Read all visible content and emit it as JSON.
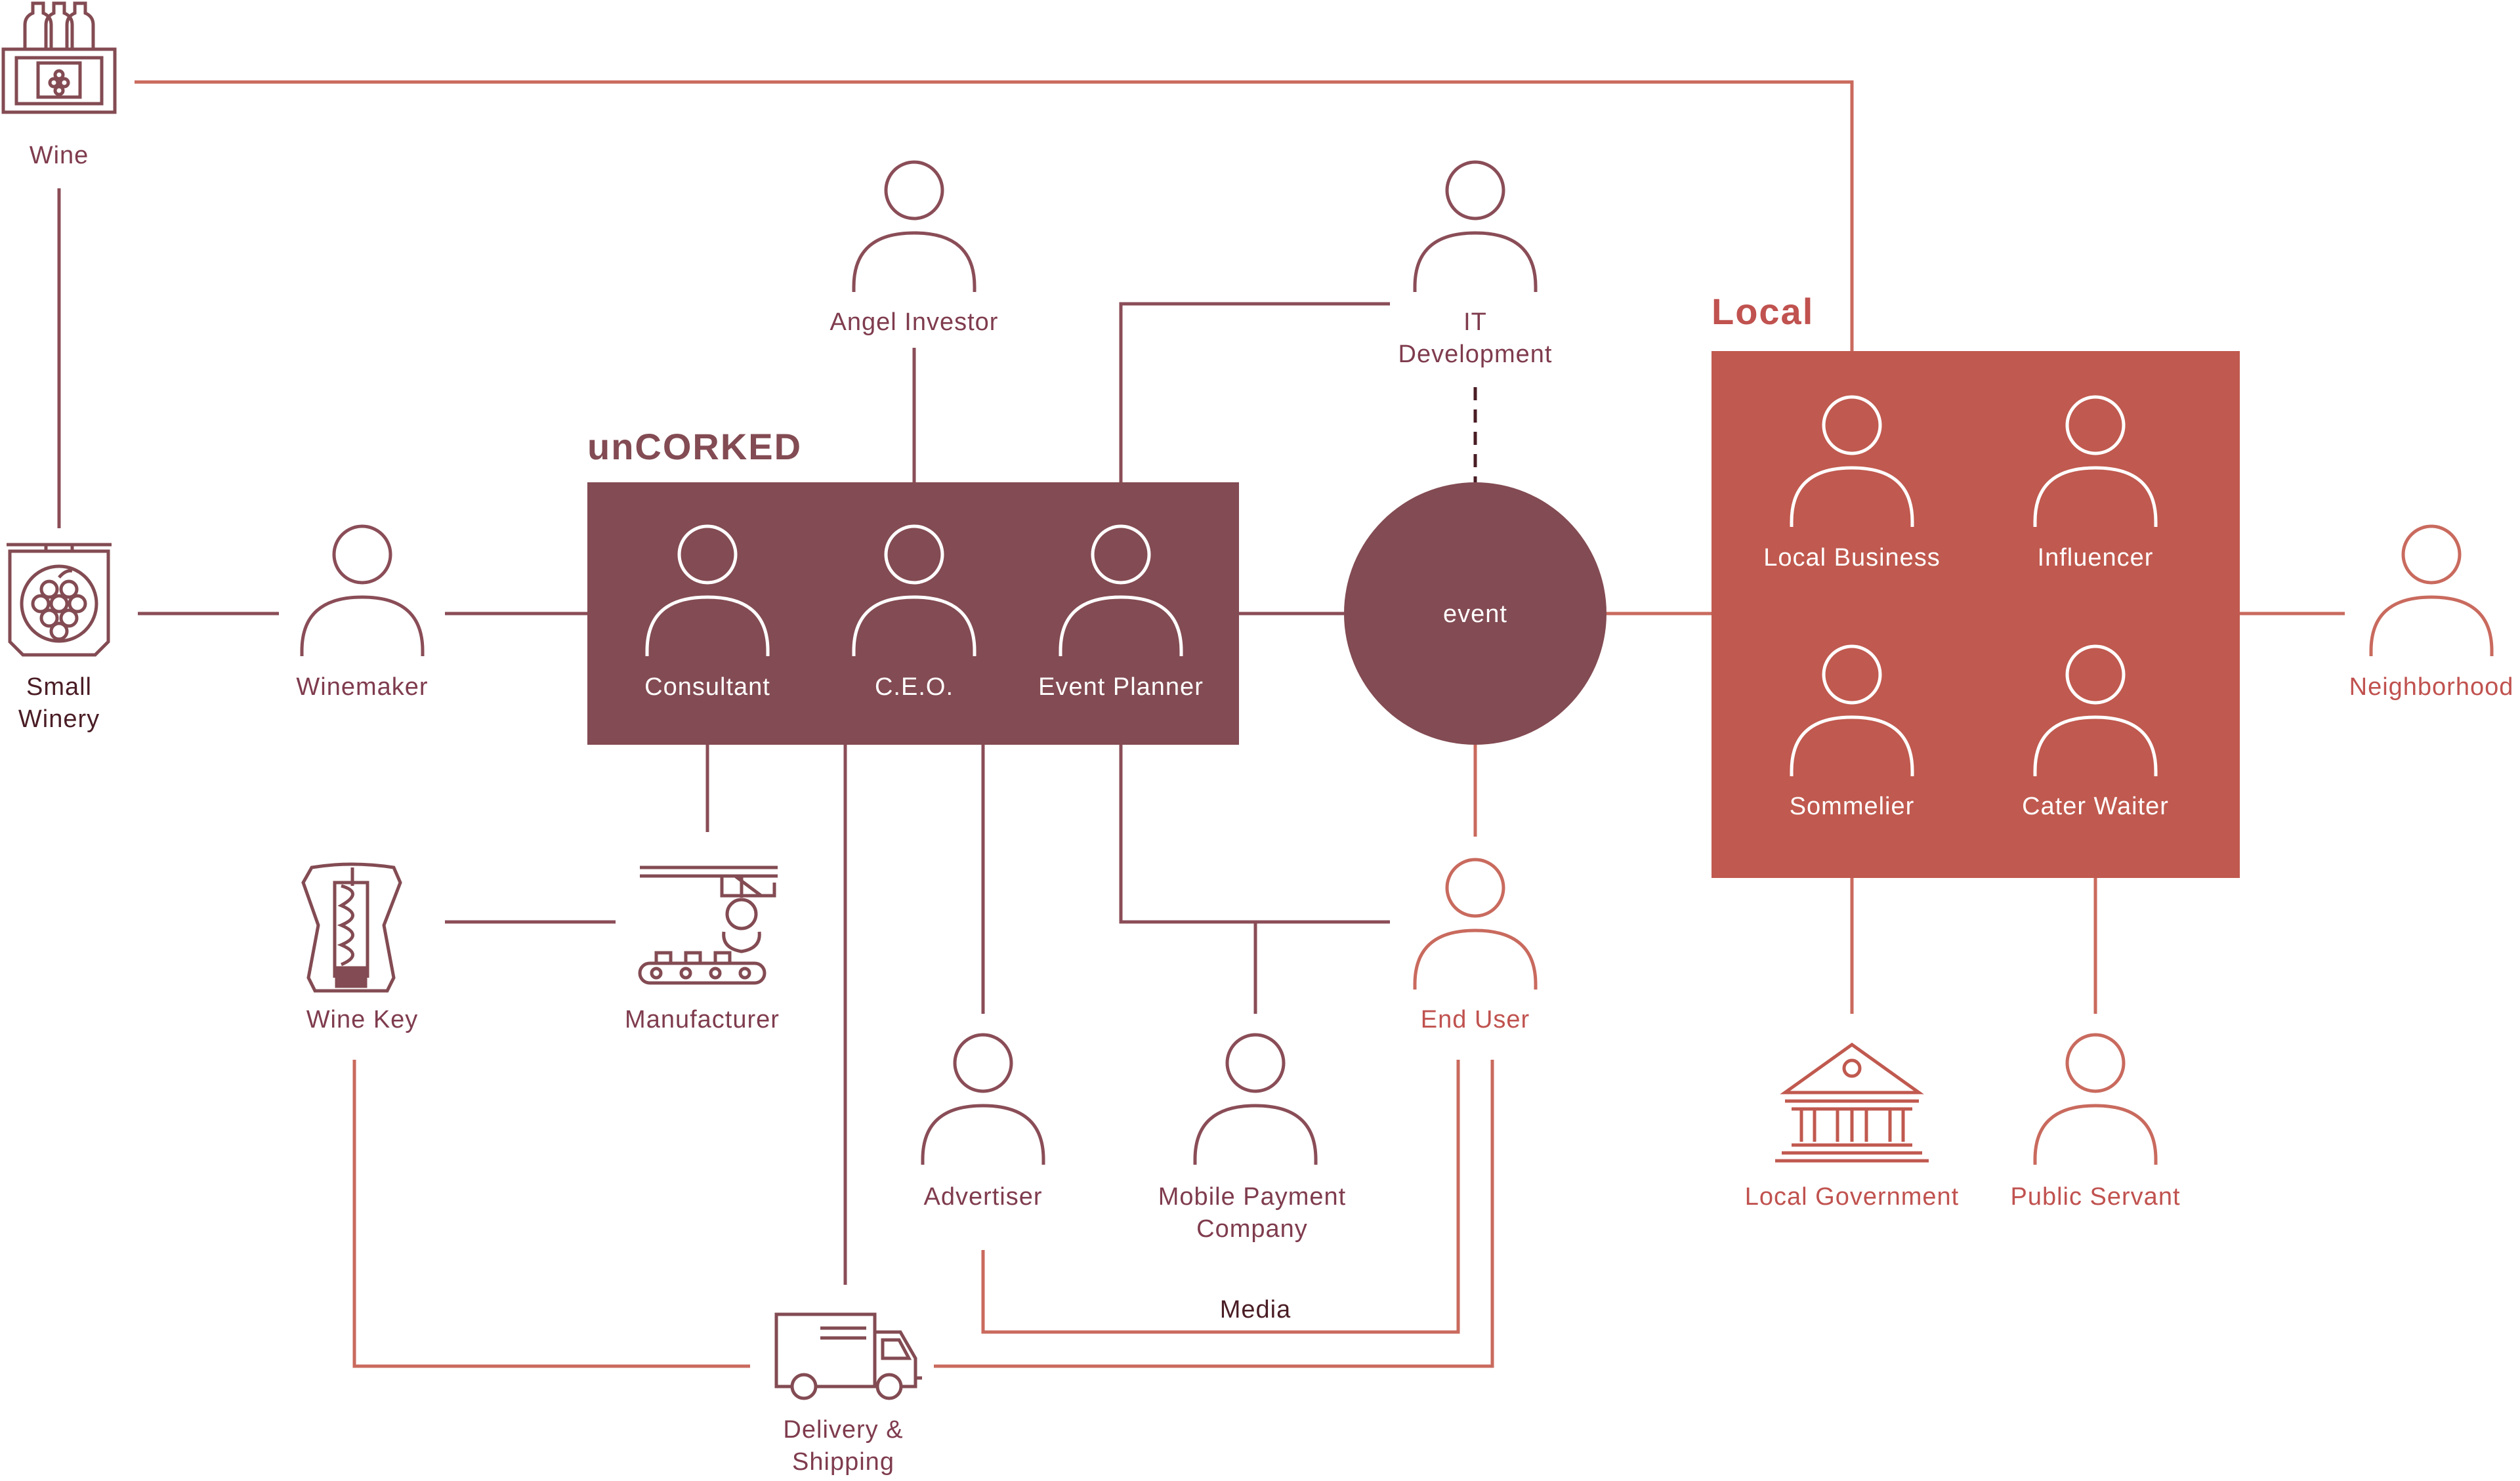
{
  "colors": {
    "plum": "#834b53",
    "plum_line": "#8a4d57",
    "red": "#c0594f",
    "red_line": "#c96a5e",
    "text_dark": "#4a1d25",
    "white": "#ffffff"
  },
  "groups": {
    "uncorked_title": "unCORKED",
    "local_title": "Local"
  },
  "nodes": {
    "wine": "Wine",
    "small_winery": "Small\nWinery",
    "winemaker": "Winemaker",
    "angel_investor": "Angel Investor",
    "it_development": "IT\nDevelopment",
    "consultant": "Consultant",
    "ceo": "C.E.O.",
    "event_planner": "Event Planner",
    "event": "event",
    "local_business": "Local Business",
    "influencer": "Influencer",
    "sommelier": "Sommelier",
    "cater_waiter": "Cater Waiter",
    "neighborhood": "Neighborhood",
    "wine_key": "Wine Key",
    "manufacturer": "Manufacturer",
    "advertiser": "Advertiser",
    "mobile_payment": "Mobile Payment\nCompany",
    "end_user": "End User",
    "local_government": "Local Government",
    "public_servant": "Public Servant",
    "delivery": "Delivery &\nShipping",
    "media": "Media"
  },
  "icons": {
    "person": "person-icon",
    "wine_crate": "wine-crate-icon",
    "winery_sign": "winery-sign-icon",
    "corkscrew": "corkscrew-icon",
    "factory": "factory-robot-icon",
    "building": "government-building-icon",
    "truck": "delivery-truck-icon"
  }
}
